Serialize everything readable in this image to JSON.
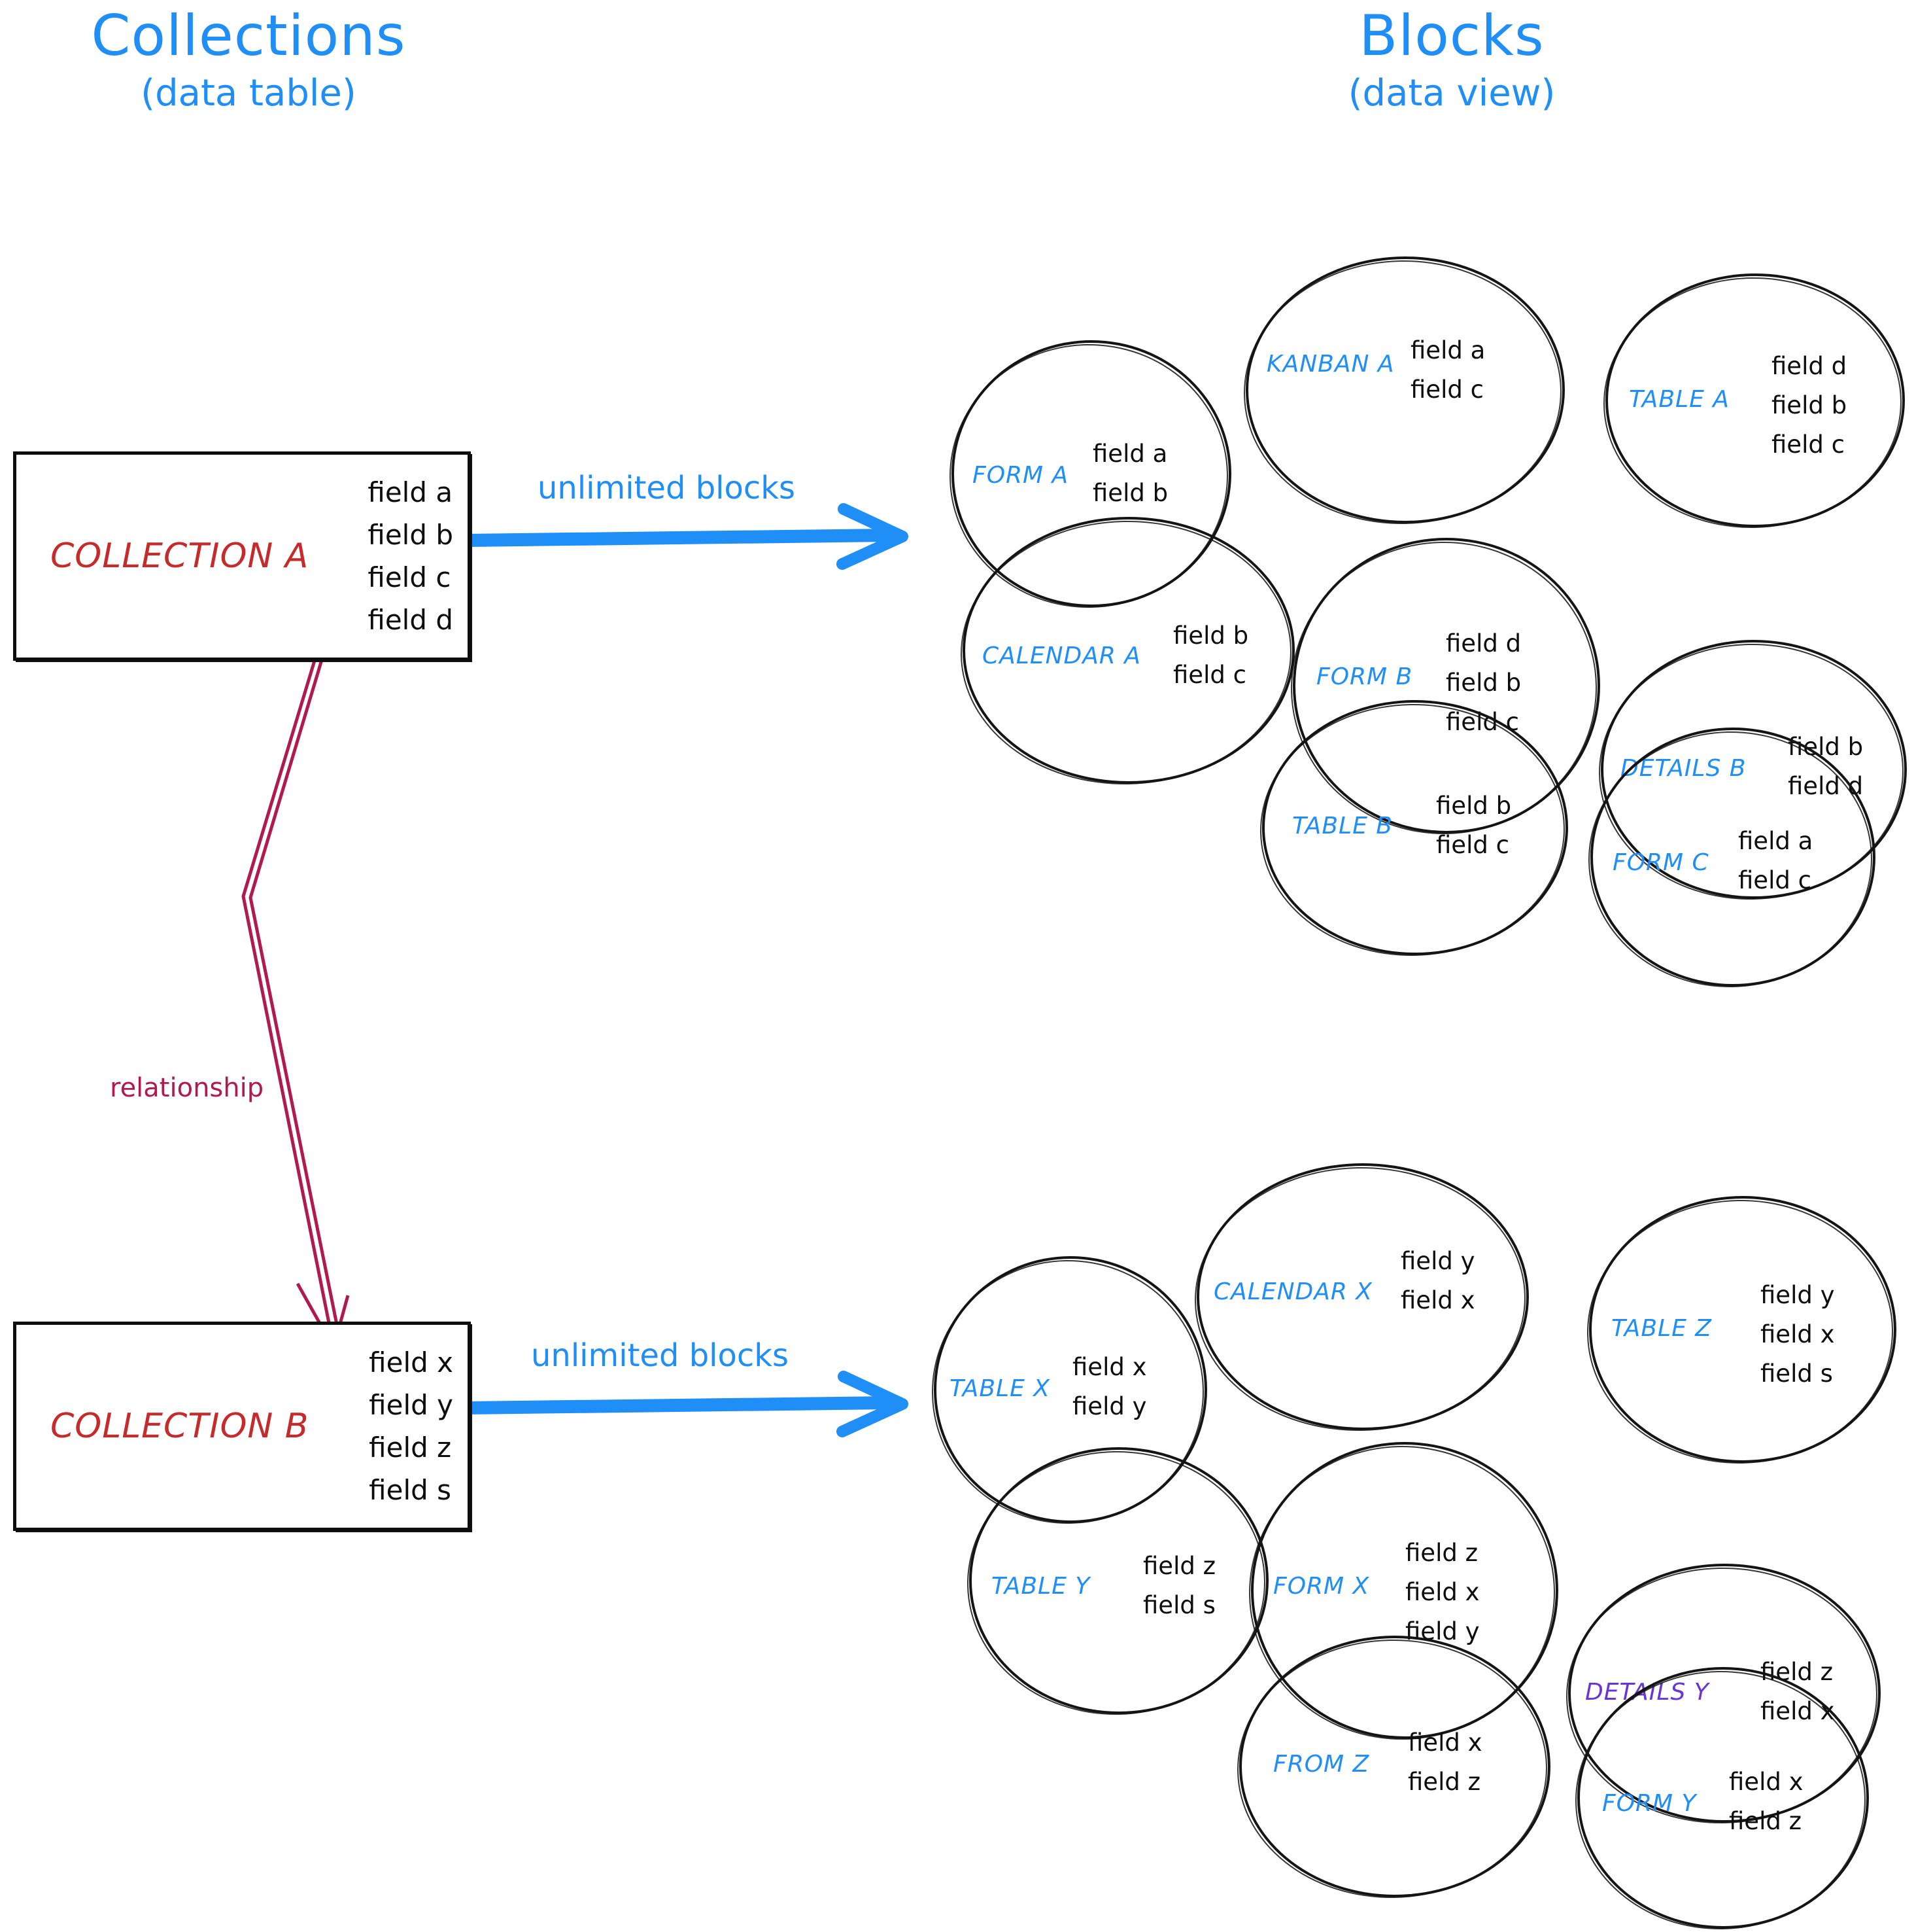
{
  "columns": {
    "left": {
      "title": "Collections",
      "subtitle": "(data table)"
    },
    "right": {
      "title": "Blocks",
      "subtitle": "(data view)"
    }
  },
  "colors": {
    "accent_blue": "#1f8ef7",
    "collection_red": "#c62a2a",
    "relationship_crimson": "#b01a4d",
    "details_purple": "#6a35d8",
    "ink_black": "#0d0d0d"
  },
  "collections": [
    {
      "name": "COLLECTION A",
      "fields": [
        "field a",
        "field b",
        "field c",
        "field d"
      ],
      "arrow_label": "unlimited blocks"
    },
    {
      "name": "COLLECTION B",
      "fields": [
        "field x",
        "field y",
        "field z",
        "field s"
      ],
      "arrow_label": "unlimited blocks"
    }
  ],
  "relationship": {
    "label": "relationship"
  },
  "blocks_top": [
    {
      "label": "FORM A",
      "fields": [
        "field a",
        "field b"
      ]
    },
    {
      "label": "KANBAN A",
      "fields": [
        "field a",
        "field c"
      ]
    },
    {
      "label": "TABLE A",
      "fields": [
        "field d",
        "field b",
        "field c"
      ]
    },
    {
      "label": "CALENDAR A",
      "fields": [
        "field b",
        "field c"
      ]
    },
    {
      "label": "FORM B",
      "fields": [
        "field d",
        "field b",
        "field c"
      ]
    },
    {
      "label": "DETAILS B",
      "fields": [
        "field b",
        "field d"
      ]
    },
    {
      "label": "TABLE B",
      "fields": [
        "field b",
        "field c"
      ]
    },
    {
      "label": "FORM C",
      "fields": [
        "field a",
        "field c"
      ]
    }
  ],
  "blocks_bottom": [
    {
      "label": "TABLE X",
      "fields": [
        "field x",
        "field y"
      ]
    },
    {
      "label": "CALENDAR X",
      "fields": [
        "field y",
        "field x"
      ]
    },
    {
      "label": "TABLE Z",
      "fields": [
        "field y",
        "field x",
        "field s"
      ]
    },
    {
      "label": "TABLE Y",
      "fields": [
        "field z",
        "field s"
      ]
    },
    {
      "label": "FORM X",
      "fields": [
        "field z",
        "field x",
        "field y"
      ]
    },
    {
      "label": "DETAILS Y",
      "fields": [
        "field z",
        "field x"
      ]
    },
    {
      "label": "FROM Z",
      "fields": [
        "field x",
        "field z"
      ]
    },
    {
      "label": "FORM Y",
      "fields": [
        "field x",
        "field z"
      ]
    }
  ]
}
